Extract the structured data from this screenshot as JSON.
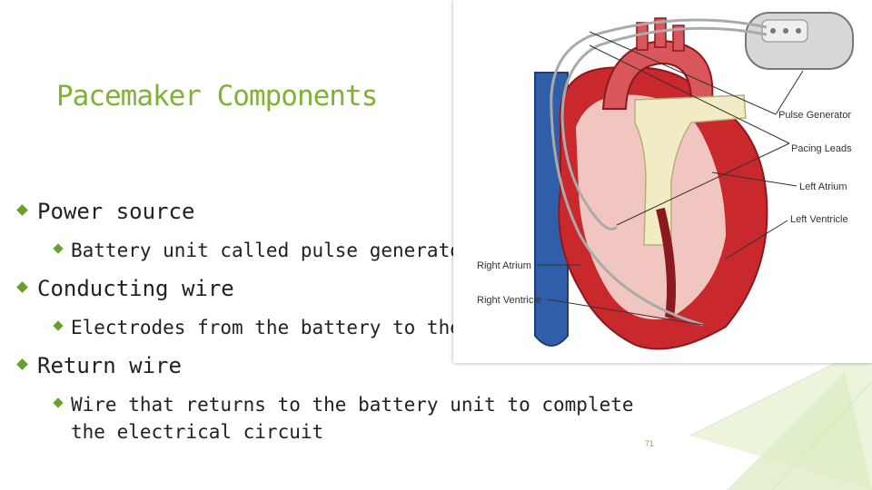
{
  "slide": {
    "title": "Pacemaker Components",
    "page_number": "71",
    "accent_color": "#7fb335"
  },
  "bullets": [
    {
      "level": 1,
      "text": "Power source"
    },
    {
      "level": 2,
      "text": "Battery unit called pulse generator"
    },
    {
      "level": 1,
      "text": "Conducting wire"
    },
    {
      "level": 2,
      "text": "Electrodes from the battery to the heart"
    },
    {
      "level": 1,
      "text": "Return wire"
    },
    {
      "level": 2,
      "text": "Wire that returns to the battery unit to complete"
    },
    {
      "level": 2,
      "text": "the electrical circuit"
    }
  ],
  "figure": {
    "labels": {
      "pulse_generator": "Pulse Generator",
      "pacing_leads": "Pacing Leads",
      "left_atrium": "Left Atrium",
      "left_ventricle": "Left Ventricle",
      "right_atrium": "Right Atrium",
      "right_ventricle": "Right Ventricle"
    }
  }
}
